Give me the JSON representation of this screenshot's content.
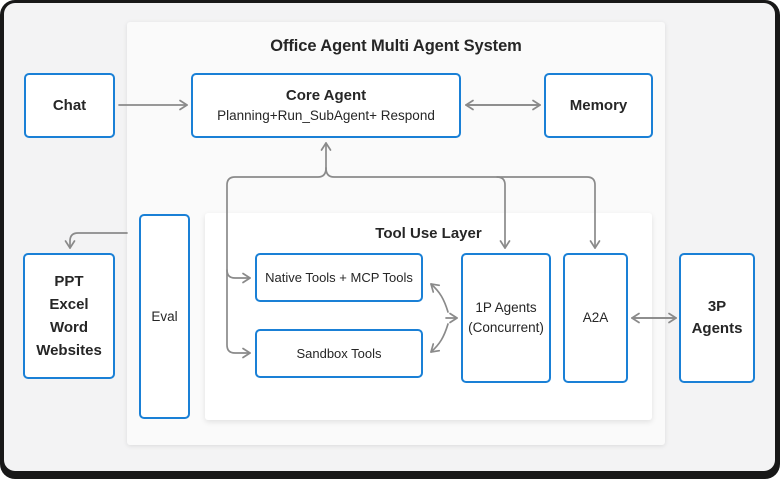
{
  "colors": {
    "frame": "#181818",
    "screen_bg": "#f3f3f4",
    "panel_bg": "#fafafa",
    "tool_panel_bg": "#ffffff",
    "node_bg": "#ffffff",
    "node_border": "#1a80d6",
    "arrow": "#8a8a8a",
    "text": "#262626"
  },
  "diagram": {
    "title": "Office Agent Multi Agent System",
    "tool_layer_title": "Tool Use Layer",
    "nodes": {
      "chat": {
        "label": "Chat"
      },
      "core_agent": {
        "title": "Core Agent",
        "subtitle": "Planning+Run_SubAgent+ Respond"
      },
      "memory": {
        "label": "Memory"
      },
      "doc_outputs": {
        "lines": [
          "PPT",
          "Excel",
          "Word",
          "Websites"
        ]
      },
      "eval": {
        "label": "Eval"
      },
      "native_tools": {
        "label": "Native Tools + MCP Tools"
      },
      "sandbox_tools": {
        "label": "Sandbox Tools"
      },
      "one_p_agents": {
        "lines": [
          "1P Agents",
          "(Concurrent)"
        ]
      },
      "a2a": {
        "label": "A2A"
      },
      "three_p_agents": {
        "lines": [
          "3P",
          "Agents"
        ]
      }
    },
    "connectors": [
      {
        "id": "chat-to-core",
        "from": "chat",
        "to": "core_agent",
        "direction": "one-way-right"
      },
      {
        "id": "core-memory",
        "from": "core_agent",
        "to": "memory",
        "direction": "two-way"
      },
      {
        "id": "tools-to-core",
        "from": "tool-branch-trunk",
        "to": "core_agent",
        "direction": "one-way-up"
      },
      {
        "id": "branch-to-native-tools",
        "from": "tool-branch-trunk",
        "to": "native_tools",
        "direction": "one-way-right"
      },
      {
        "id": "branch-to-sandbox-tools",
        "from": "tool-branch-trunk",
        "to": "sandbox_tools",
        "direction": "one-way-right"
      },
      {
        "id": "branch-to-1p-agents",
        "from": "tool-branch-trunk",
        "to": "one_p_agents",
        "direction": "one-way-down"
      },
      {
        "id": "branch-to-a2a",
        "from": "tool-branch-trunk",
        "to": "a2a",
        "direction": "one-way-down"
      },
      {
        "id": "tools-1p-exchange",
        "from": "native_tools / sandbox_tools",
        "to": "one_p_agents",
        "direction": "three-way"
      },
      {
        "id": "a2a-3p",
        "from": "a2a",
        "to": "three_p_agents",
        "direction": "two-way"
      },
      {
        "id": "system-to-docs",
        "from": "multi-agent-system-panel",
        "to": "doc_outputs",
        "direction": "one-way-down"
      }
    ]
  }
}
